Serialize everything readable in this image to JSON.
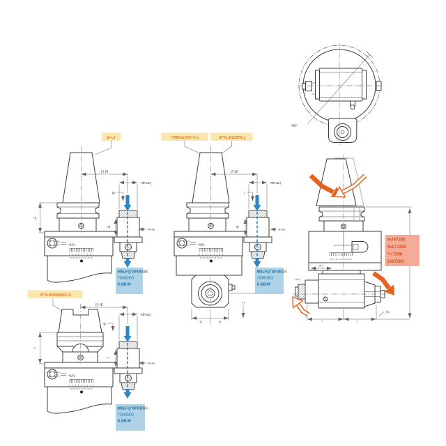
{
  "page": {
    "background": "#ffffff"
  },
  "colors": {
    "line": "#3d3d3d",
    "dimension": "#666666",
    "callout_bg": "#fbe7ad",
    "callout_text": "#e2711d",
    "note_bg": "#aed3e6",
    "note_text": "#19699c",
    "warn_bg": "#f3ad97",
    "warn_text": "#d94f1e",
    "blue_arrow": "#2e86c5",
    "orange_arrow": "#e4611f"
  },
  "shared": {
    "body_mark": "*&01",
    "scale_numbers": "20 15 10 5 0 5 10 15 20",
    "note": {
      "l1": "MSLF@'SFDEGS",
      "l1_head": "MSLF@'SFDEG",
      "l1_tail": "S",
      "l2": "7336DEG",
      "l3": "S.&B:M"
    }
  },
  "views": {
    "front_bt": {
      "callout": "&+.J",
      "dims": {
        "top": "(/)-)$",
        "spindle": "#$%&'(",
        "gauge": "$+",
        "left": "*$",
        "housing": "+$",
        "collet": "#+%"
      }
    },
    "front_angle": {
      "callout_left": "!*#$%&'()%*!+.)",
      "callout_right": "-$\"%./0123!%.)",
      "dims": {
        "top": "(/)-)$",
        "spindle": "#$%&'(",
        "gauge": "(",
        "housing": "$,",
        "collet": "#+%",
        "head_left": "+)",
        "head_right": "+)",
        "head_offset": "+%",
        "head_side": "+)"
      }
    },
    "front_hsk": {
      "callout": "-$\"%./0/435#63!.4",
      "dims": {
        "top": "(/)-)$",
        "spindle": "#$%&'(",
        "gauge": "$!",
        "left": "*+",
        "housing": "++",
        "collet": "#+%"
      }
    },
    "swivel": {
      "warn_lines": [
        "%#67288",
        "%&+7280",
        "*!+7288",
        "5#67280"
      ],
      "dims": {
        "body": "#.)",
        "cap": "#+(",
        "taper": "/%",
        "bottom_left": "*.",
        "bottom_right": "*;"
      }
    },
    "top_view": {
      "label": "#$)*"
    }
  }
}
